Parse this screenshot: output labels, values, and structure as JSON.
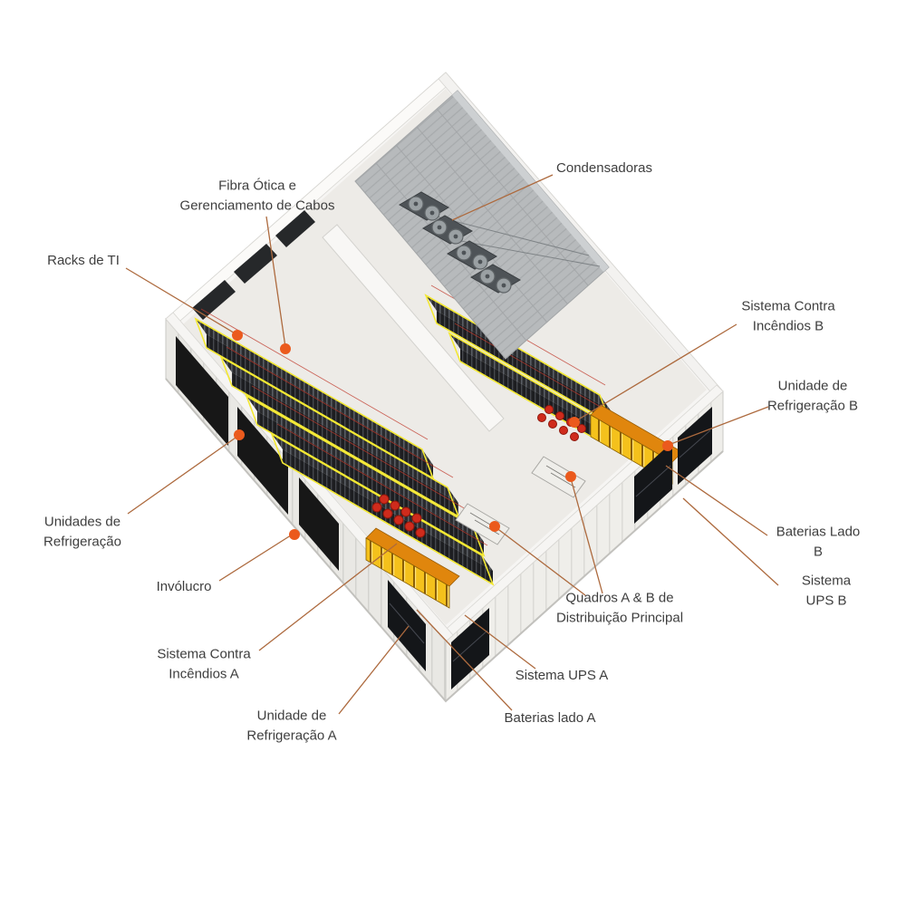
{
  "diagram": {
    "labels": {
      "condensers": "Condensadoras",
      "fiber": "Fibra Ótica e\nGerenciamento de Cabos",
      "it_racks": "Racks de TI",
      "fire_b": "Sistema Contra\nIncêndios B",
      "cooling_b": "Unidade de\nRefrigeração B",
      "batteries_b": "Baterias Lado B",
      "ups_b": "Sistema UPS B",
      "cooling_units": "Unidades de\nRefrigeração",
      "enclosure": "Invólucro",
      "fire_a": "Sistema Contra\nIncêndios A",
      "cooling_a": "Unidade de\nRefrigeração A",
      "main_distribution": "Quadros A & B de\nDistribuição Principal",
      "ups_a": "Sistema UPS A",
      "batteries_a": "Baterias lado A"
    },
    "colors": {
      "leader_line": "#ad6a3e",
      "marker_dot": "#eb5a1d",
      "rack_outline_yellow": "#f3e833",
      "battery_yellow": "#f4c11c",
      "battery_orange": "#e0860d",
      "fire_red": "#cf2b1c",
      "roof_gray": "#b7babc",
      "text": "#3e3e3e"
    }
  }
}
